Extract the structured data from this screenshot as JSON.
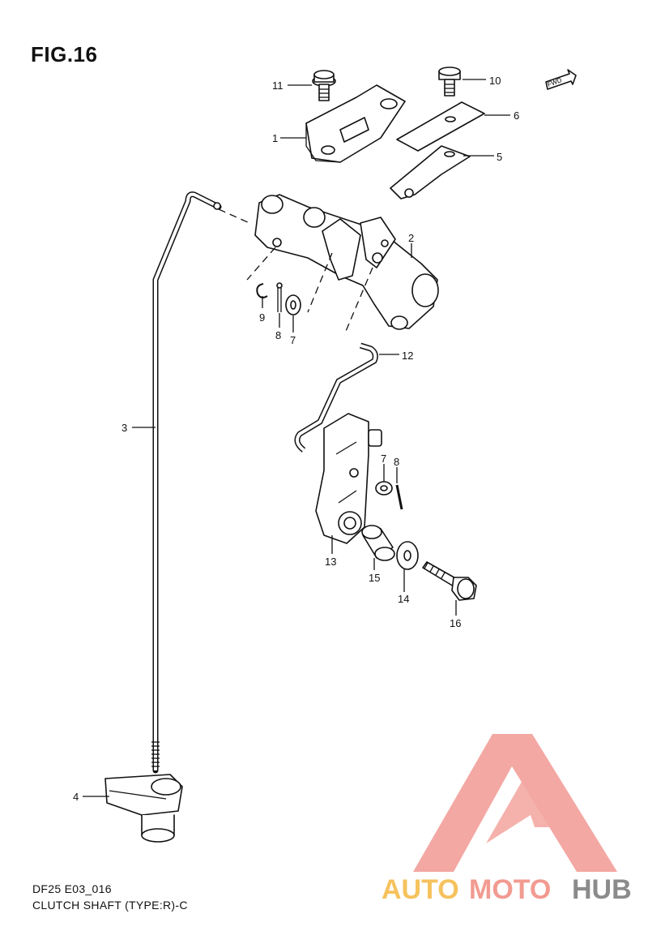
{
  "figure": {
    "title": "FIG.16",
    "code_line_1": "DF25 E03_016",
    "code_line_2": "CLUTCH SHAFT (TYPE:R)-C",
    "fwd_label": "FWD"
  },
  "callouts": [
    "1",
    "2",
    "3",
    "4",
    "5",
    "6",
    "7",
    "8",
    "9",
    "10",
    "11",
    "12",
    "13",
    "14",
    "15",
    "16",
    "7",
    "8"
  ],
  "watermark": {
    "part_1": "AUTO",
    "part_2": "MOTO",
    "part_3": "HUB",
    "color_1": "#F5B841",
    "color_2": "#F08A7E",
    "color_3": "#777777",
    "triangle_color": "#F29A94"
  }
}
